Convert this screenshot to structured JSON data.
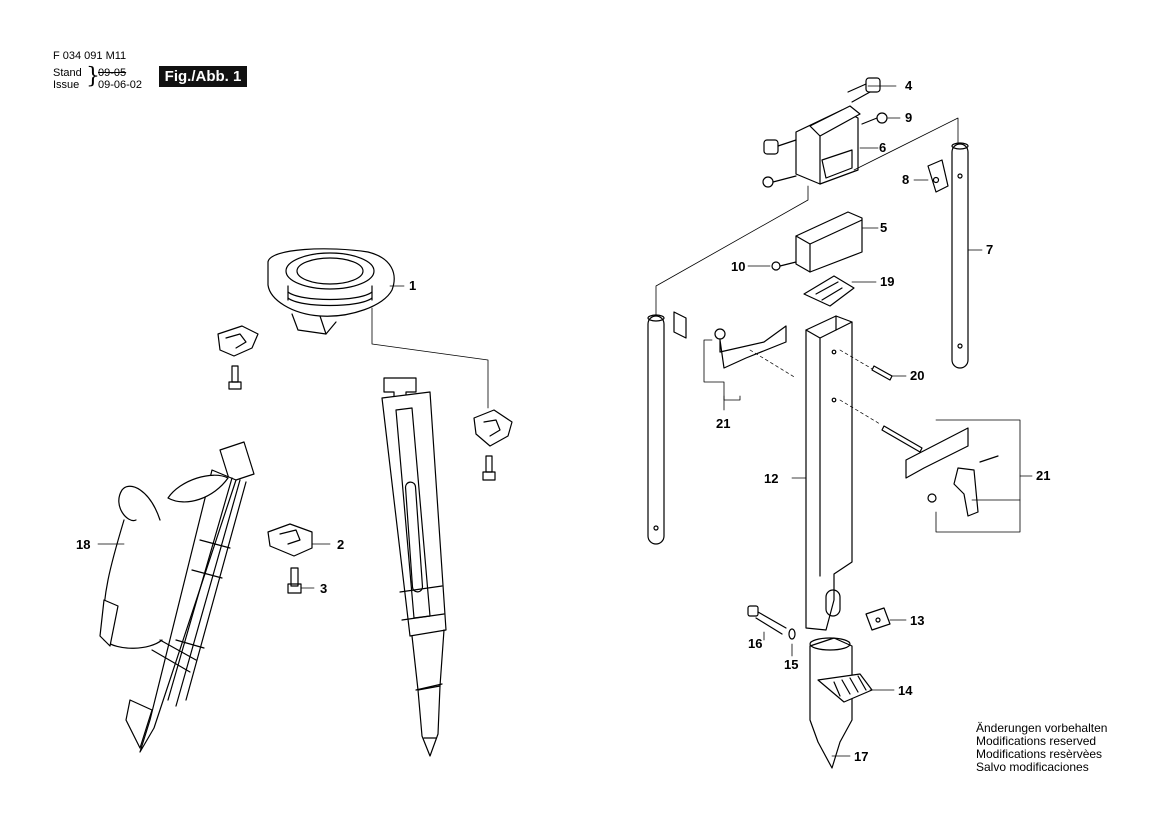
{
  "header": {
    "part_number": "F 034 091 M11",
    "stand_label": "Stand",
    "stand_value": "09-05",
    "issue_label": "Issue",
    "issue_value": "09-06-02",
    "figure_label": "Fig./Abb. 1"
  },
  "callouts": [
    "1",
    "2",
    "3",
    "4",
    "5",
    "6",
    "7",
    "8",
    "9",
    "10",
    "12",
    "13",
    "14",
    "15",
    "16",
    "17",
    "18",
    "19",
    "20",
    "21",
    "21"
  ],
  "notes": [
    "Änderungen vorbehalten",
    "Modifications reserved",
    "Modifications resèrvèes",
    "Salvo modificaciones"
  ]
}
